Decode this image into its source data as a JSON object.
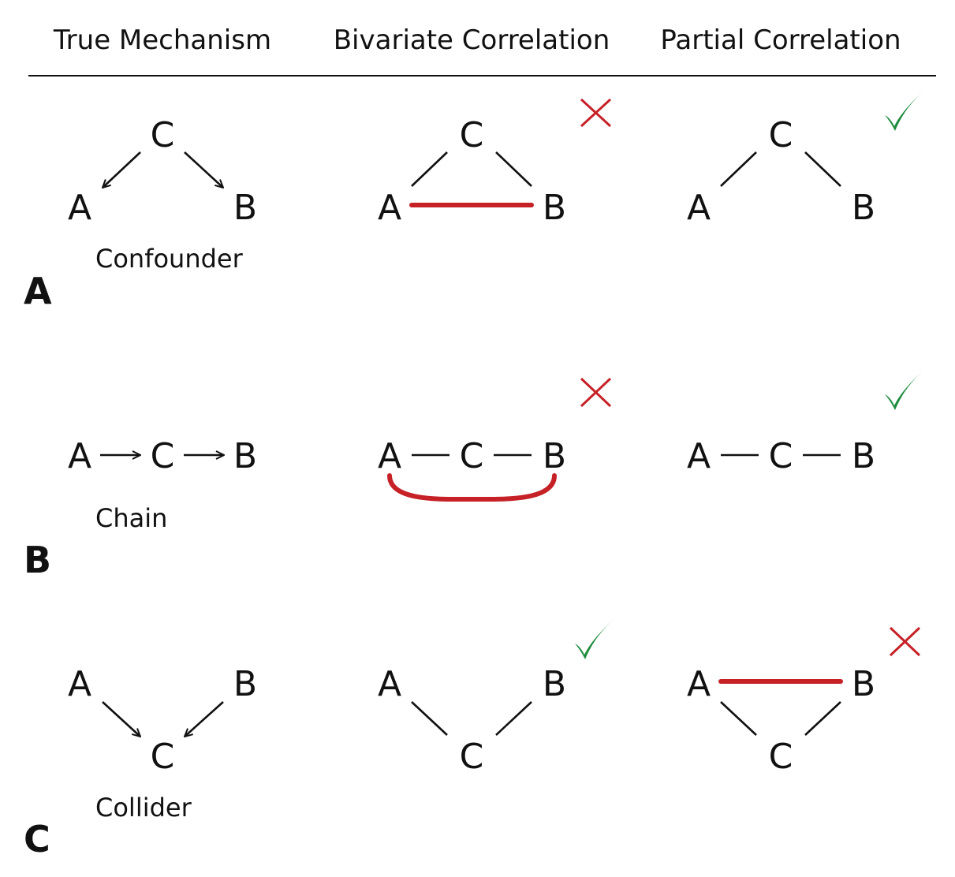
{
  "headers": {
    "col1": "True Mechanism",
    "col2": "Bivariate Correlation",
    "col3": "Partial Correlation"
  },
  "nodes": {
    "a": "A",
    "b": "B",
    "c": "C"
  },
  "rows": [
    {
      "panel": "A",
      "caption": "Confounder",
      "bivariate_result": "✗",
      "partial_result": "✓"
    },
    {
      "panel": "B",
      "caption": "Chain",
      "bivariate_result": "✗",
      "partial_result": "✓"
    },
    {
      "panel": "C",
      "caption": "Collider",
      "bivariate_result": "✓",
      "partial_result": "✗"
    }
  ],
  "colors": {
    "spurious_edge": "#c62127",
    "cross_mark": "#c62127",
    "check_mark": "#1e8c3e",
    "ink": "#111111"
  },
  "icons": {
    "correct": "check-icon",
    "incorrect": "cross-icon"
  }
}
